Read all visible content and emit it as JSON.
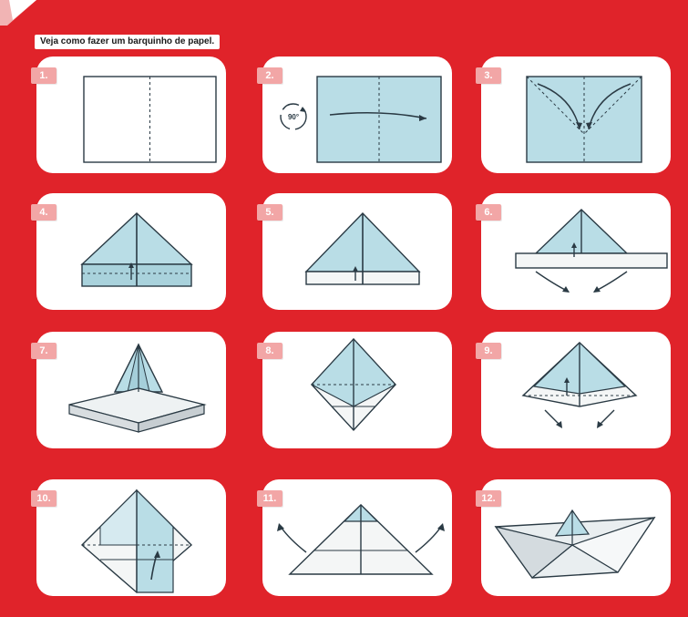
{
  "title": "Veja como fazer um barquinho de papel.",
  "credit": "",
  "colors": {
    "background": "#e0232a",
    "card": "#ffffff",
    "paper_blue": "#b9dde6",
    "paper_white": "#f4f6f6",
    "line": "#2a3a44",
    "badge": "#f2a6a6"
  },
  "steps": [
    {
      "label": "1."
    },
    {
      "label": "2.",
      "rotate_label": "90°"
    },
    {
      "label": "3."
    },
    {
      "label": "4."
    },
    {
      "label": "5."
    },
    {
      "label": "6."
    },
    {
      "label": "7."
    },
    {
      "label": "8."
    },
    {
      "label": "9."
    },
    {
      "label": "10."
    },
    {
      "label": "11."
    },
    {
      "label": "12."
    }
  ]
}
